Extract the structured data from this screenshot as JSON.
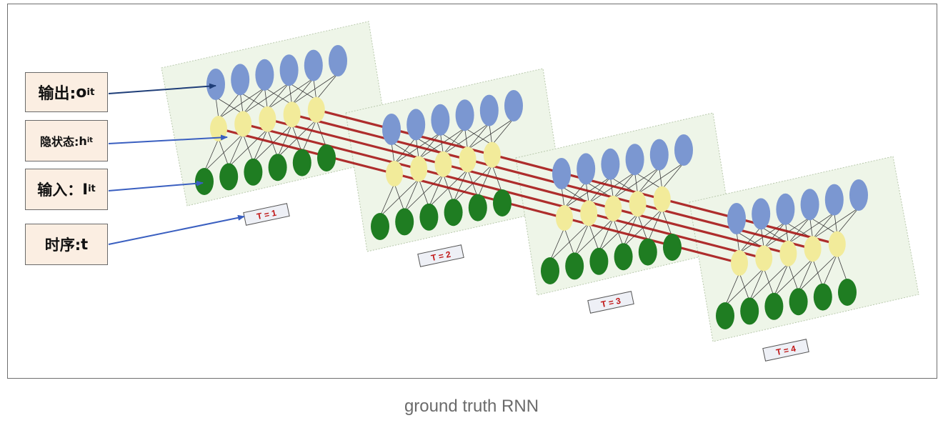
{
  "legend": {
    "output": {
      "label": "输出: ",
      "var": "o",
      "sub": "i",
      "sup": "t"
    },
    "hidden": {
      "label": "隐状态: ",
      "var": "h",
      "sub": "i",
      "sup": "t"
    },
    "input": {
      "label": "输入： ",
      "var": "I",
      "sub": "i",
      "sup": "t"
    },
    "time": {
      "label": "时序: ",
      "var": "t"
    }
  },
  "timesteps": [
    "T = 1",
    "T = 2",
    "T = 3",
    "T = 4"
  ],
  "caption": "ground truth RNN",
  "colors": {
    "output_node": "#7b97d1",
    "hidden_node": "#f2eb9a",
    "input_node": "#1f7d22",
    "recurrent_edge": "#a81818",
    "panel": "#eef5e8",
    "label_text": "#c01515"
  }
}
